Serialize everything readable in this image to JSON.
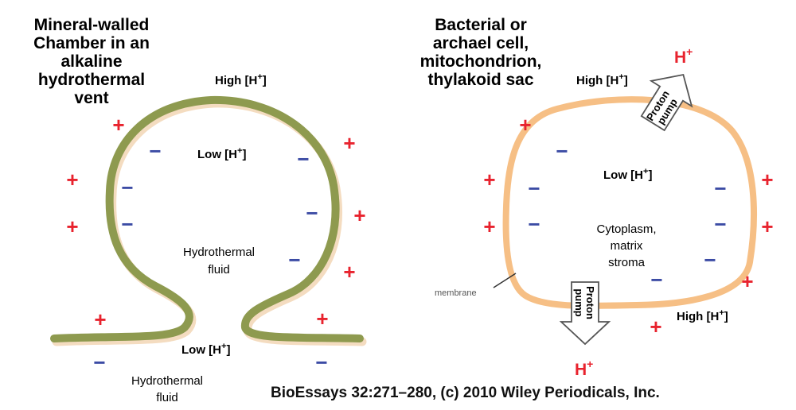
{
  "left_panel": {
    "title_lines": [
      "Mineral-walled",
      "Chamber in an",
      "alkaline",
      "hydrothermal",
      "vent"
    ],
    "high_label": "High [H",
    "high_sup": "+",
    "high_close": "]",
    "low_inner_label": "Low [H",
    "low_inner_sup": "+",
    "low_inner_close": "]",
    "fluid_inner_lines": [
      "Hydrothermal",
      "fluid"
    ],
    "low_bottom_label": "Low [H",
    "low_bottom_sup": "+",
    "low_bottom_close": "]",
    "fluid_bottom_lines": [
      "Hydrothermal",
      "fluid"
    ],
    "plus_symbol": "+",
    "minus_symbol": "−",
    "wall_color": "#8e9a4f"
  },
  "right_panel": {
    "title_lines": [
      "Bacterial or",
      "archael cell,",
      "mitochondrion,",
      "thylakoid sac"
    ],
    "high_top_label": "High [H",
    "high_top_sup": "+",
    "high_top_close": "]",
    "low_label": "Low [H",
    "low_sup": "+",
    "low_close": "]",
    "cytoplasm_lines": [
      "Cytoplasm,",
      "matrix",
      "stroma"
    ],
    "membrane_label": "membrane",
    "high_bottom_label": "High [H",
    "high_bottom_sup": "+",
    "high_bottom_close": "]",
    "pump_lines": [
      "Proton",
      "pump"
    ],
    "h_top": "H",
    "h_top_sup": "+",
    "h_bottom": "H",
    "h_bottom_sup": "+",
    "plus_symbol": "+",
    "minus_symbol": "−",
    "membrane_color": "#f6bf85"
  },
  "credit": "BioEssays 32:271–280, (c) 2010 Wiley Periodicals, Inc."
}
